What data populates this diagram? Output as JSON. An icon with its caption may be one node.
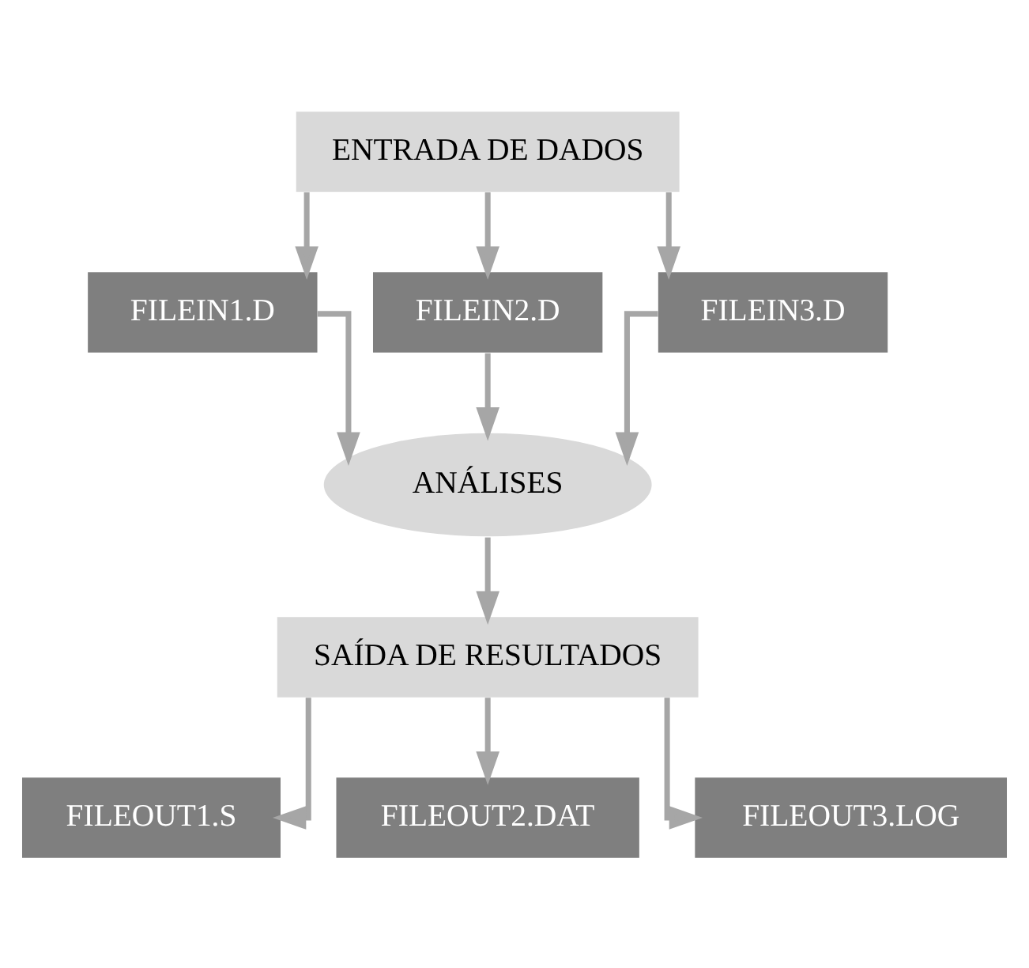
{
  "diagram": {
    "nodes": [
      {
        "text": [
          "ENTRADA DE DADOS"
        ]
      },
      {
        "text": [
          "FILEIN1.D"
        ]
      },
      {
        "text": [
          "FILEIN2.D"
        ]
      },
      {
        "text": [
          "FILEIN3.D"
        ]
      },
      {
        "text": [
          "ANÁLISES"
        ]
      },
      {
        "text": [
          "SAÍDA DE RESULTADOS"
        ]
      },
      {
        "text": [
          "FILEOUT1.S"
        ]
      },
      {
        "text": [
          "FILEOUT2.DAT"
        ]
      },
      {
        "text": [
          "FILEOUT3.LOG"
        ]
      }
    ],
    "edges": [
      {
        "from": 0,
        "to": 1,
        "arrow": "to"
      },
      {
        "from": 0,
        "to": 2,
        "arrow": "to"
      },
      {
        "from": 0,
        "to": 3,
        "arrow": "to"
      },
      {
        "from": 1,
        "to": 4,
        "arrow": "to"
      },
      {
        "from": 2,
        "to": 4,
        "arrow": "to"
      },
      {
        "from": 3,
        "to": 4,
        "arrow": "to"
      },
      {
        "from": 4,
        "to": 5,
        "arrow": "to"
      },
      {
        "from": 5,
        "to": 6,
        "arrow": "to"
      },
      {
        "from": 5,
        "to": 7,
        "arrow": "to"
      },
      {
        "from": 5,
        "to": 8,
        "arrow": "to"
      }
    ]
  }
}
